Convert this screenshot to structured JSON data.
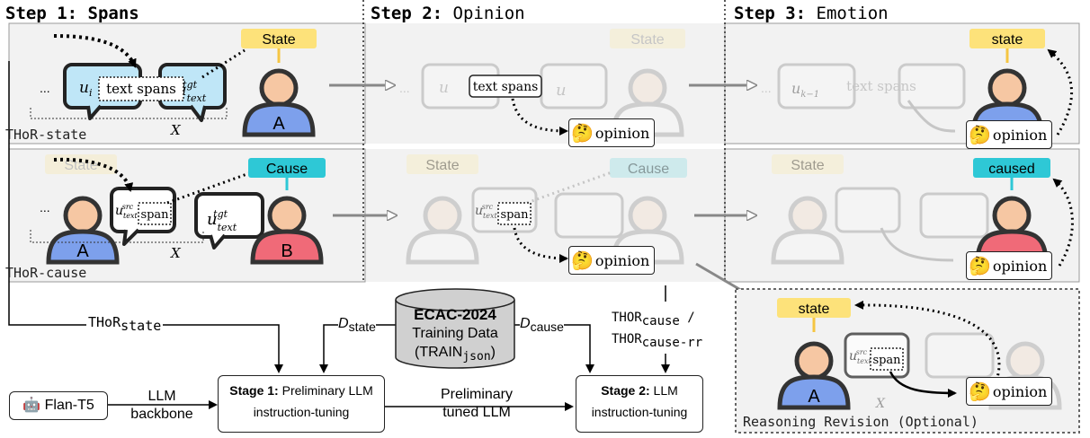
{
  "steps": {
    "step1": {
      "bold": "Step 1:",
      "rest": "Spans",
      "rest_bold": true
    },
    "step2": {
      "bold": "Step 2:",
      "rest": "Opinion"
    },
    "step3": {
      "bold": "Step 3:",
      "rest": "Emotion"
    }
  },
  "row1": {
    "label": "THoR-state",
    "x_label": "X",
    "dots": "...",
    "bubble_left": "u_i",
    "text_spans": "text spans",
    "bubble_right": "u^tgt_text",
    "tag": "State",
    "person": "A",
    "step2_tag": "State",
    "step2_span": "text spans",
    "opinion": "opinion",
    "step3_tag": "state",
    "step3_bubble_left": "u_k−1",
    "step3_span": "text spans"
  },
  "row2": {
    "label": "THoR-cause",
    "x_label": "X",
    "dots": "...",
    "tag_left": "State",
    "tag": "Cause",
    "person_left": "A",
    "person_right": "B",
    "span": "span",
    "opinion": "opinion",
    "step3_tag_left": "State",
    "step3_tag": "caused"
  },
  "revision": {
    "label": "Reasoning Revision (Optional)",
    "tag": "state",
    "person": "A",
    "span": "span",
    "opinion": "opinion"
  },
  "pipeline": {
    "thor_state": "THoR",
    "thor_state_sub": "state",
    "d_state": "D",
    "d_state_sub": "state",
    "d_cause": "D",
    "d_cause_sub": "cause",
    "thor_cause": "THOR",
    "thor_cause_sub": "cause",
    "thor_cause_slash": " /",
    "thor_cause_rr": "THOR",
    "thor_cause_rr_sub": "cause-rr",
    "dataset_title": "ECAC-2024",
    "dataset_line2": "Training Data",
    "dataset_line3": "(TRAIN",
    "dataset_line3_sub": "json",
    "dataset_line3_end": ")",
    "flan_icon": "🤖",
    "flan": "Flan-T5",
    "llm_backbone_1": "LLM",
    "llm_backbone_2": "backbone",
    "stage1_bold": "Stage 1:",
    "stage1_rest": " Preliminary LLM",
    "stage1_line2": "instruction-tuning",
    "prelim_1": "Preliminary",
    "prelim_2": "tuned LLM",
    "stage2_bold": "Stage 2:",
    "stage2_rest": " LLM",
    "stage2_line2": "instruction-tuning"
  },
  "colors": {
    "panel_bg": "#f2f2f2",
    "state_yellow": "#fde27a",
    "cause_cyan": "#2ec8d6",
    "person_blue": "#7da0ec",
    "person_red": "#f06a78",
    "person_skin": "#f6c7a3",
    "bubble_blue": "#bfe6f7"
  }
}
